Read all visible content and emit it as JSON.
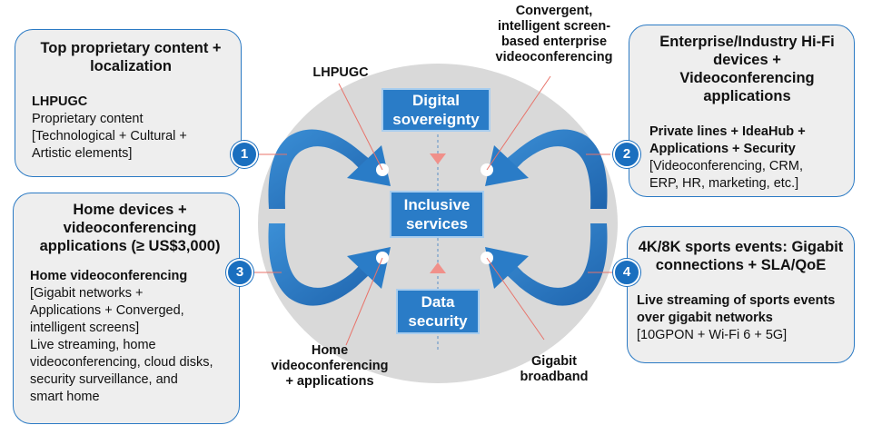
{
  "colors": {
    "accent": "#2b7ac4",
    "pill": "#2a7cc7",
    "ellipse": "#d6d6d6",
    "connector": "#e8736a",
    "box_bg": "#eeeeee"
  },
  "box1": {
    "title": "Top proprietary content + localization",
    "sub": "LHPUGC",
    "body": [
      "Proprietary content",
      "[Technological + Cultural +",
      "Artistic elements]"
    ]
  },
  "box2": {
    "title": "Enterprise/Industry Hi-Fi devices + Videoconferencing applications",
    "sub": "Private lines + IdeaHub + Applications + Security",
    "body": [
      "[Videoconferencing, CRM,",
      "ERP, HR, marketing, etc.]"
    ]
  },
  "box3": {
    "title": "Home devices + videoconferencing applications (≥ US$3,000)",
    "sub": "Home videoconferencing",
    "body": [
      "[Gigabit networks +",
      "Applications + Converged,",
      "intelligent screens]",
      "Live streaming, home",
      "videoconferencing, cloud disks,",
      "security surveillance, and",
      "smart home"
    ]
  },
  "box4": {
    "title": "4K/8K sports events: Gigabit connections + SLA/QoE",
    "sub": "Live streaming of sports events over gigabit networks",
    "body": [
      "[10GPON + Wi-Fi 6 + 5G]"
    ]
  },
  "badges": [
    "1",
    "2",
    "3",
    "4"
  ],
  "labels": {
    "top_left": "LHPUGC",
    "top_right": [
      "Convergent,",
      "intelligent screen-",
      "based enterprise",
      "videoconferencing"
    ],
    "bottom_left": [
      "Home",
      "videoconferencing",
      "+ applications"
    ],
    "bottom_right": [
      "Gigabit",
      "broadband"
    ]
  },
  "center": {
    "top": [
      "Digital",
      "sovereignty"
    ],
    "middle": [
      "Inclusive",
      "services"
    ],
    "bottom": [
      "Data",
      "security"
    ]
  }
}
